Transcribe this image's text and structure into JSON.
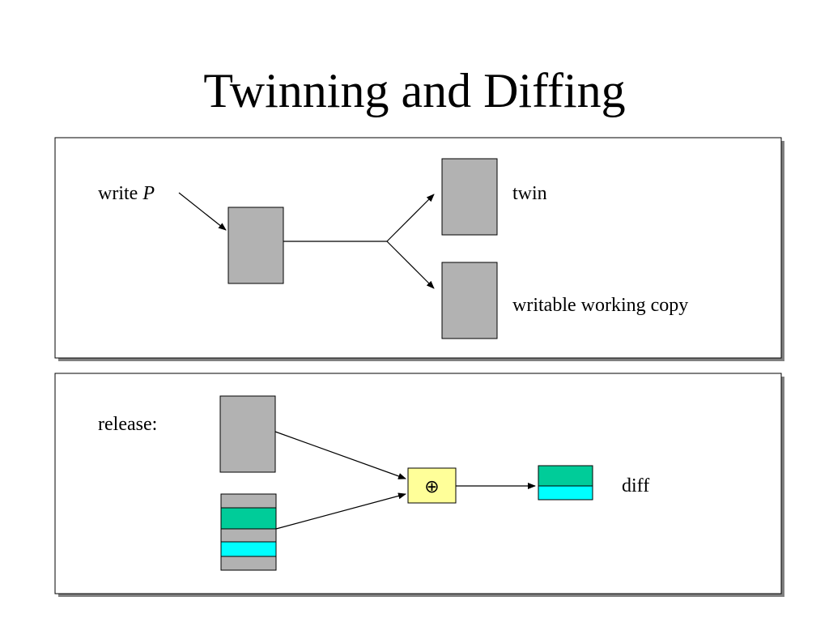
{
  "slide": {
    "title": "Twinning and Diffing"
  },
  "panel_top": {
    "write_label": "write ",
    "write_var": "P",
    "twin_label": "twin",
    "working_copy_label": "writable working copy"
  },
  "panel_bottom": {
    "release_label": "release:",
    "operator_symbol": "⊕",
    "diff_label": "diff"
  },
  "colors": {
    "page_gray": "#b2b2b2",
    "modified_teal": "#00cc99",
    "modified_cyan": "#00ffff",
    "operator_fill": "#ffff99",
    "panel_shadow": "#808080"
  }
}
